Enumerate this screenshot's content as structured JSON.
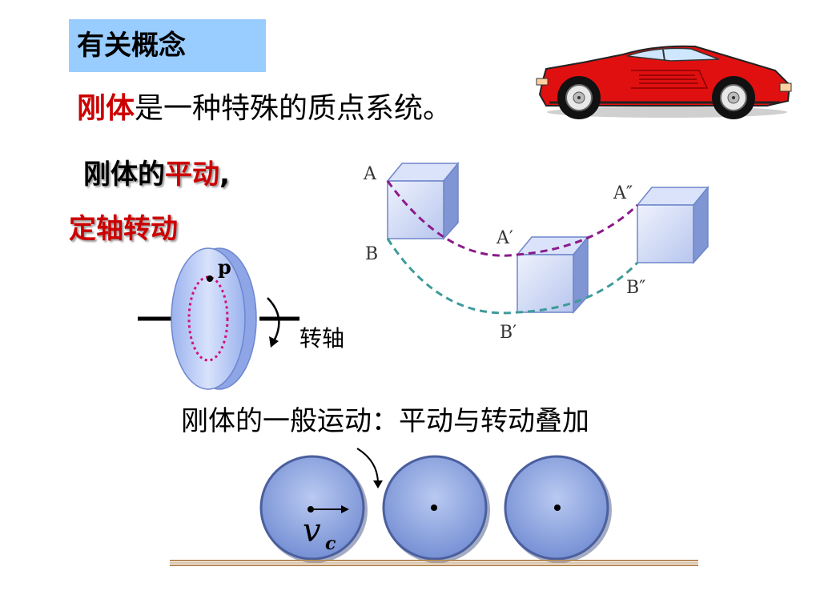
{
  "title": "有关概念",
  "line1": {
    "emph": "刚体",
    "rest": "是一种特殊的质点系统。"
  },
  "line2": {
    "lead": "刚体的",
    "emph": "平动",
    "tail": ","
  },
  "line3": "定轴转动",
  "line4": "刚体的一般运动：平动与转动叠加",
  "disk": {
    "point_label": "p",
    "axis_label": "转轴"
  },
  "cubes": {
    "labels": [
      "A",
      "B",
      "A′",
      "B′",
      "A″",
      "B″"
    ]
  },
  "wheels": {
    "velocity_symbol": "v",
    "velocity_subscript": "c"
  },
  "colors": {
    "title_bg": "#99ccff",
    "accent_red": "#cc0000",
    "cube_face": "#cfd8f5",
    "wheel_fill": "#8aa3e0"
  }
}
